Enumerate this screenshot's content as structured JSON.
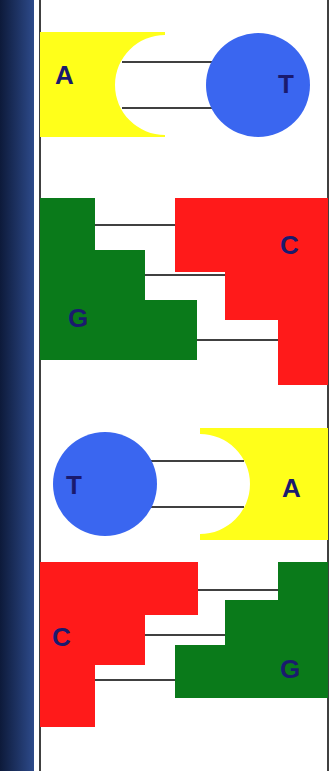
{
  "diagram": {
    "nodes": [
      {
        "text": [
          "A"
        ]
      },
      {
        "text": [
          "T"
        ]
      },
      {
        "text": [
          "G"
        ]
      },
      {
        "text": [
          "C"
        ]
      },
      {
        "text": [
          "T"
        ]
      },
      {
        "text": [
          "A"
        ]
      },
      {
        "text": [
          "C"
        ]
      },
      {
        "text": [
          "G"
        ]
      }
    ],
    "edges": [
      {
        "from": 0,
        "to": 1,
        "arrow": "none"
      },
      {
        "from": 0,
        "to": 1,
        "arrow": "none"
      },
      {
        "from": 2,
        "to": 3,
        "arrow": "none"
      },
      {
        "from": 2,
        "to": 3,
        "arrow": "none"
      },
      {
        "from": 2,
        "to": 3,
        "arrow": "none"
      },
      {
        "from": 4,
        "to": 5,
        "arrow": "none"
      },
      {
        "from": 4,
        "to": 5,
        "arrow": "none"
      },
      {
        "from": 6,
        "to": 7,
        "arrow": "none"
      },
      {
        "from": 6,
        "to": 7,
        "arrow": "none"
      },
      {
        "from": 6,
        "to": 7,
        "arrow": "none"
      }
    ]
  }
}
